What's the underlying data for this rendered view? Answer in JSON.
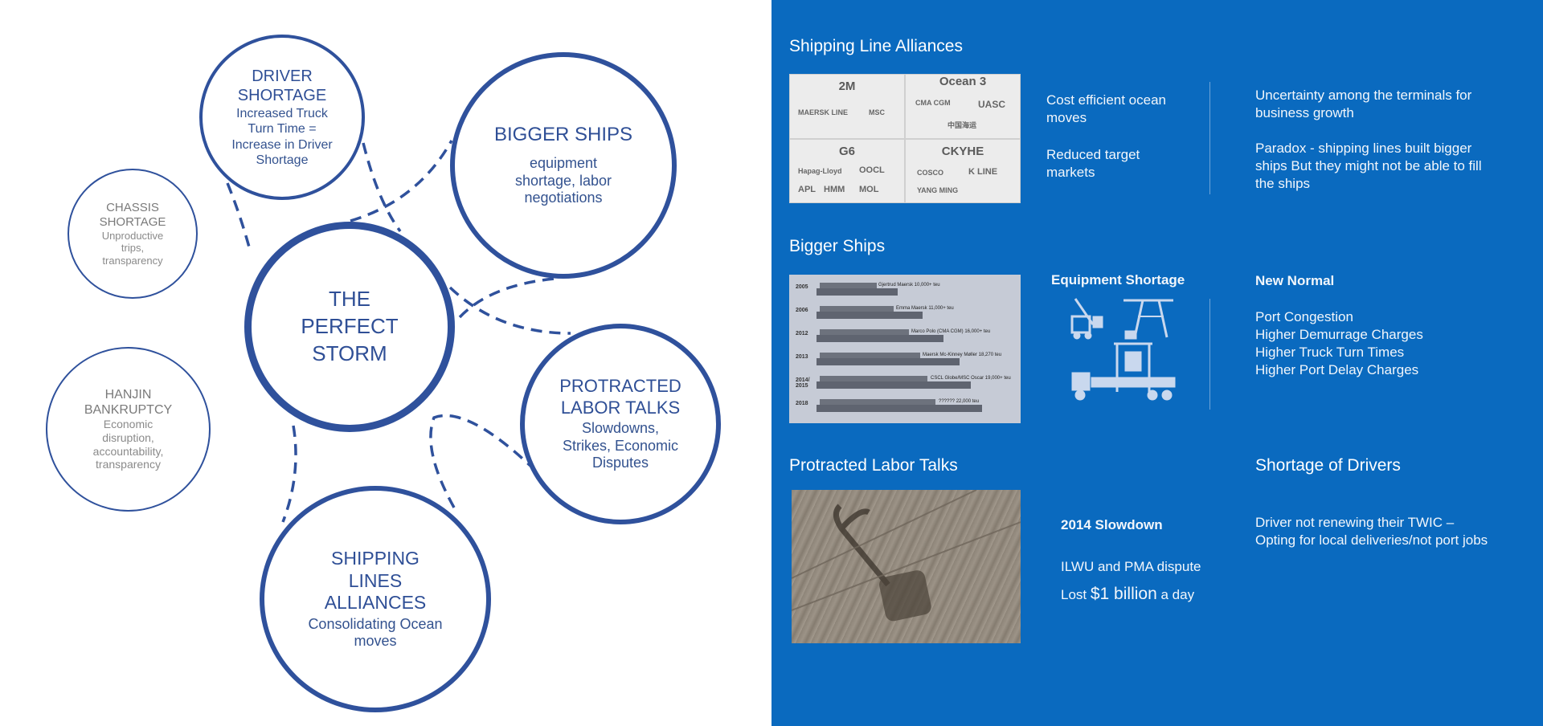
{
  "diagram": {
    "center": {
      "title": "THE PERFECT STORM"
    },
    "driver": {
      "title": "DRIVER SHORTAGE",
      "desc": "Increased Truck Turn Time = Increase in Driver Shortage"
    },
    "bigger": {
      "title": "BIGGER SHIPS",
      "desc": "equipment shortage, labor negotiations"
    },
    "labor": {
      "title": "PROTRACTED LABOR TALKS",
      "desc": "Slowdowns, Strikes, Economic Disputes"
    },
    "shipping": {
      "title": "SHIPPING LINES ALLIANCES",
      "desc": "Consolidating Ocean moves"
    },
    "chassis": {
      "title": "CHASSIS SHORTAGE",
      "desc": "Unproductive trips, transparency"
    },
    "hanjin": {
      "title": "HANJIN BANKRUPTCY",
      "desc": "Economic disruption, accountability, transparency"
    }
  },
  "panel": {
    "alliances": {
      "title": "Shipping Line Alliances",
      "image": {
        "cells": [
          {
            "name": "2M",
            "logos": [
              "MAERSK LINE",
              "MSC"
            ]
          },
          {
            "name": "Ocean 3",
            "logos": [
              "CMA CGM",
              "UASC",
              "中国海运"
            ]
          },
          {
            "name": "G6",
            "logos": [
              "Hapag-Lloyd",
              "OOCL",
              "APL",
              "HMM",
              "MOL"
            ]
          },
          {
            "name": "CKYHE",
            "logos": [
              "COSCO",
              "K LINE",
              "YANG MING"
            ]
          }
        ]
      },
      "point1": "Cost efficient ocean moves",
      "point2": "Reduced target markets",
      "right1": "Uncertainty among the terminals for business growth",
      "right2": "Paradox - shipping lines built bigger ships But they might not be able to fill the ships"
    },
    "bigger": {
      "title": "Bigger Ships",
      "image": {
        "rows": [
          {
            "year": "2005",
            "name": "Gjertrud Maersk 10,000+ teu",
            "length": 0.42
          },
          {
            "year": "2006",
            "name": "Emma Maersk 11,000+ teu",
            "length": 0.55
          },
          {
            "year": "2012",
            "name": "Marco Polo (CMA CGM) 16,000+ teu",
            "length": 0.66
          },
          {
            "year": "2013",
            "name": "Maersk Mc-Kinney Møller 18,270 teu",
            "length": 0.74
          },
          {
            "year": "2014/ 2015",
            "name": "CSCL Globe/MSC Oscar 19,000+ teu",
            "length": 0.8
          },
          {
            "year": "2018",
            "name": "?????? 22,000 teu",
            "length": 0.86
          }
        ]
      },
      "equipment_title": "Equipment Shortage",
      "normal_title": "New Normal",
      "normal_items": [
        "Port Congestion",
        "Higher Demurrage Charges",
        "Higher Truck Turn Times",
        "Higher Port Delay Charges"
      ]
    },
    "labor": {
      "title": "Protracted Labor Talks",
      "slowdown_title": "2014 Slowdown",
      "dispute": "ILWU and PMA dispute",
      "lost_prefix": "Lost ",
      "lost_amount": "$1 billion",
      "lost_suffix": " a day"
    },
    "drivers": {
      "title": "Shortage of Drivers",
      "text": "Driver not renewing their TWIC – Opting for local deliveries/not port  jobs"
    },
    "colors": {
      "panel_bg": "#0a6abf",
      "circle_stroke": "#2f519c",
      "muted_text": "#8a8a8a"
    }
  }
}
